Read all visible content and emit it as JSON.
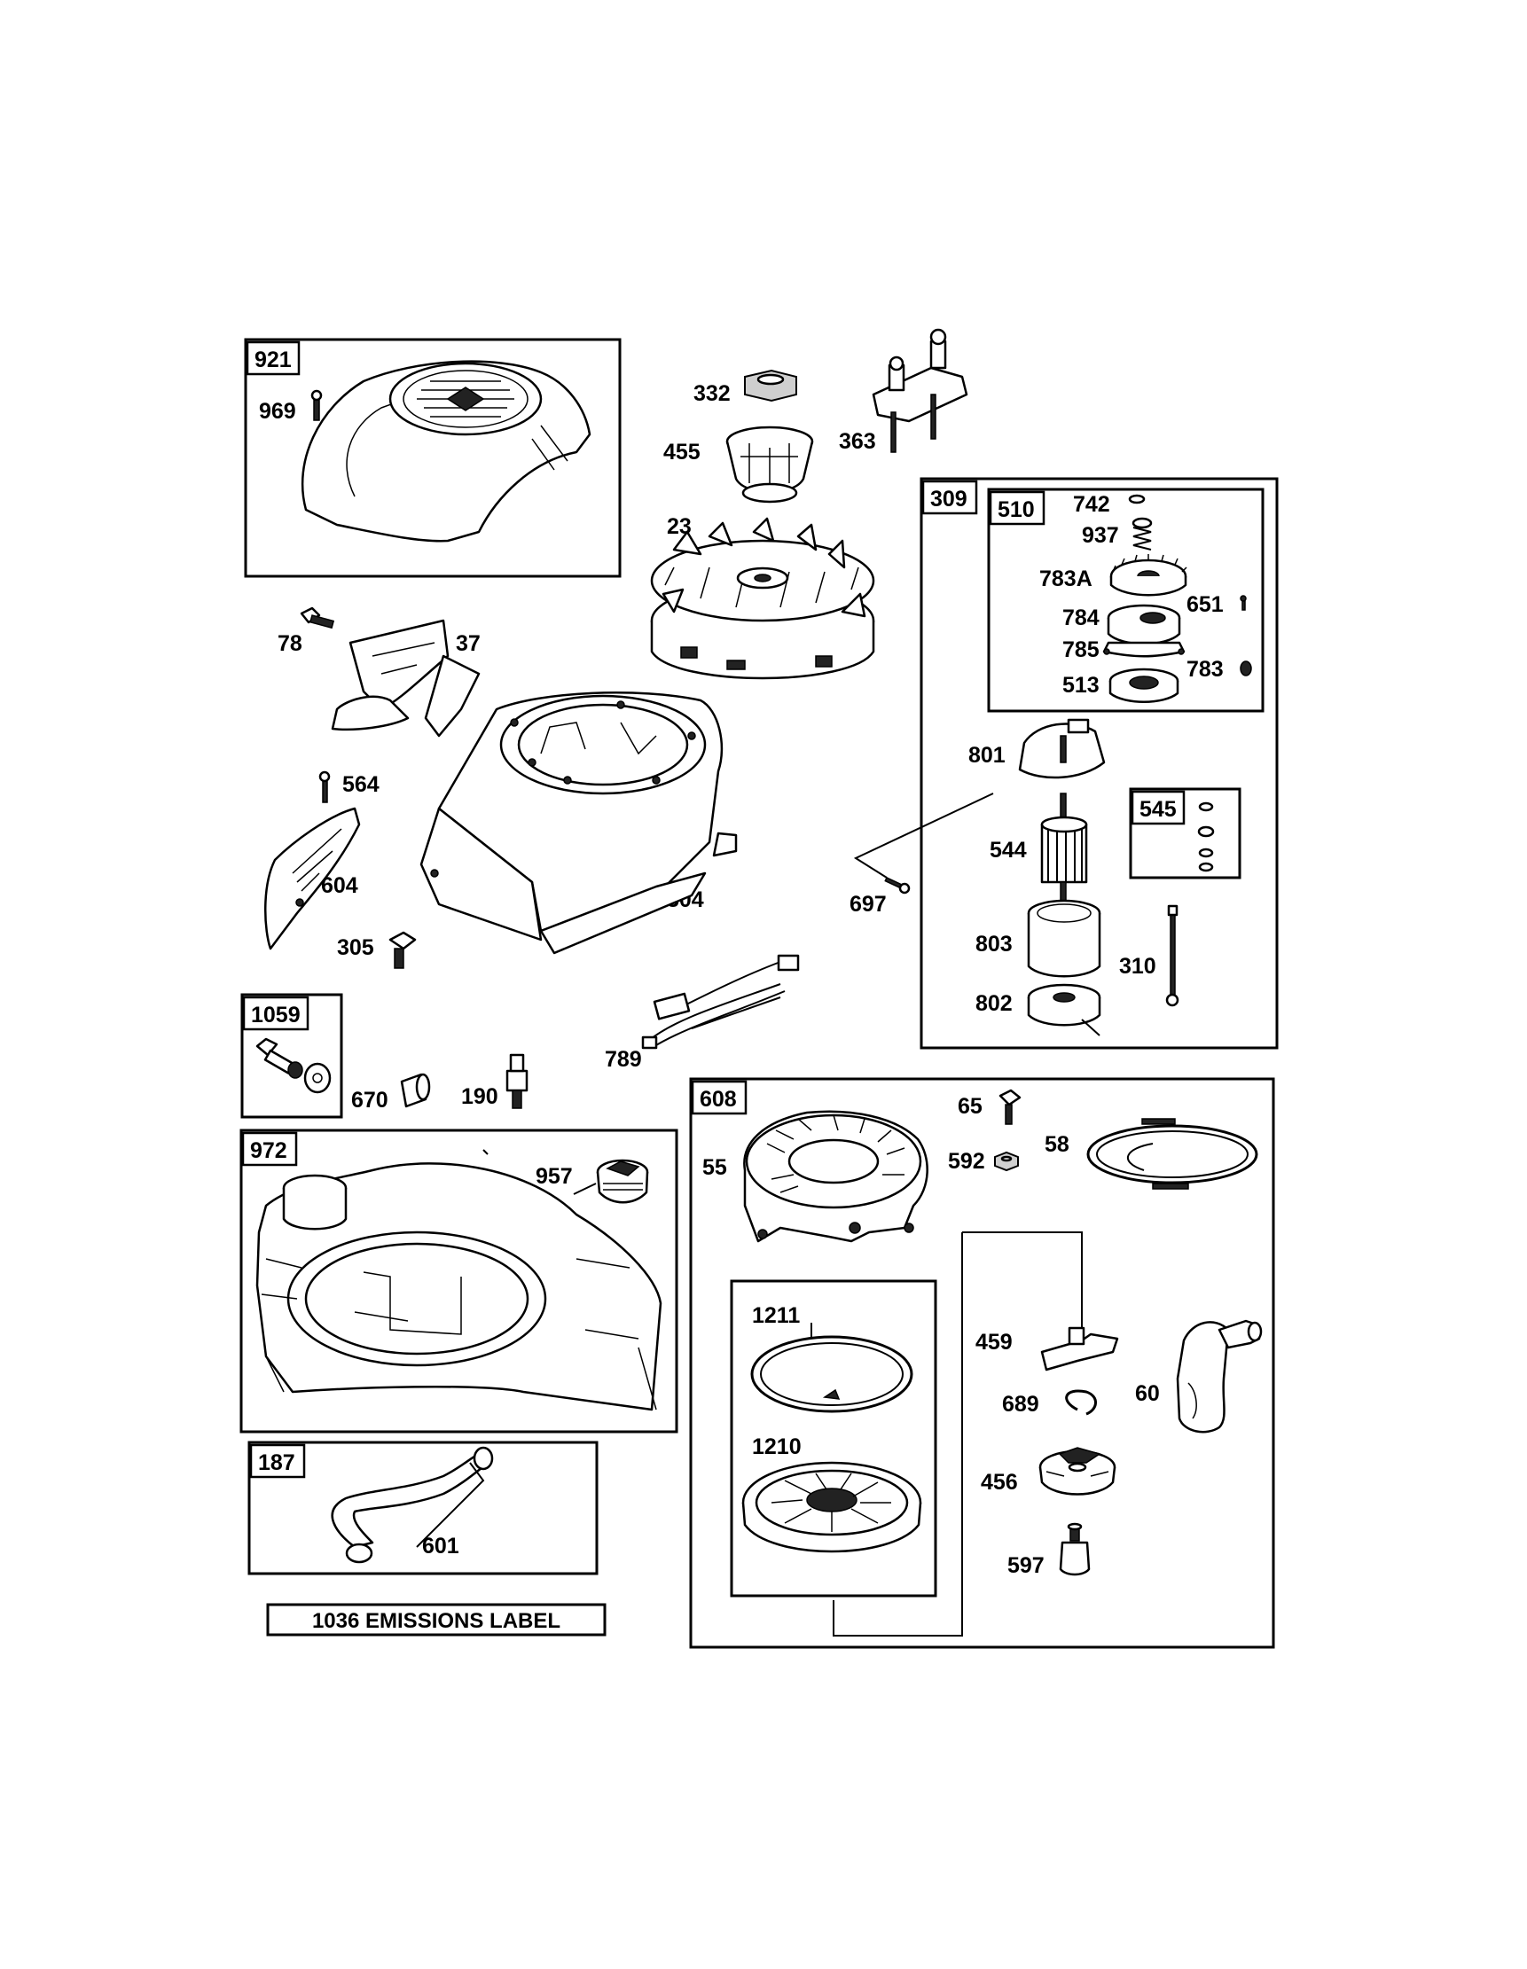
{
  "groups": {
    "g921": "921",
    "g309": "309",
    "g510": "510",
    "g545": "545",
    "g1059": "1059",
    "g972": "972",
    "g187": "187",
    "g608": "608"
  },
  "parts": {
    "p969": "969",
    "p332": "332",
    "p455": "455",
    "p363": "363",
    "p23": "23",
    "p742": "742",
    "p937": "937",
    "p783a": "783A",
    "p651": "651",
    "p784": "784",
    "p785": "785",
    "p783": "783",
    "p513": "513",
    "p78": "78",
    "p37": "37",
    "p564": "564",
    "p604": "604",
    "p304": "304",
    "p305": "305",
    "p697": "697",
    "p801": "801",
    "p544": "544",
    "p803": "803",
    "p310": "310",
    "p802": "802",
    "p789": "789",
    "p670": "670",
    "p190": "190",
    "p957": "957",
    "p601": "601",
    "p65": "65",
    "p592": "592",
    "p58": "58",
    "p55": "55",
    "p1211": "1211",
    "p1210": "1210",
    "p459": "459",
    "p689": "689",
    "p60": "60",
    "p456": "456",
    "p597": "597"
  },
  "emissions_label": "1036 EMISSIONS LABEL"
}
